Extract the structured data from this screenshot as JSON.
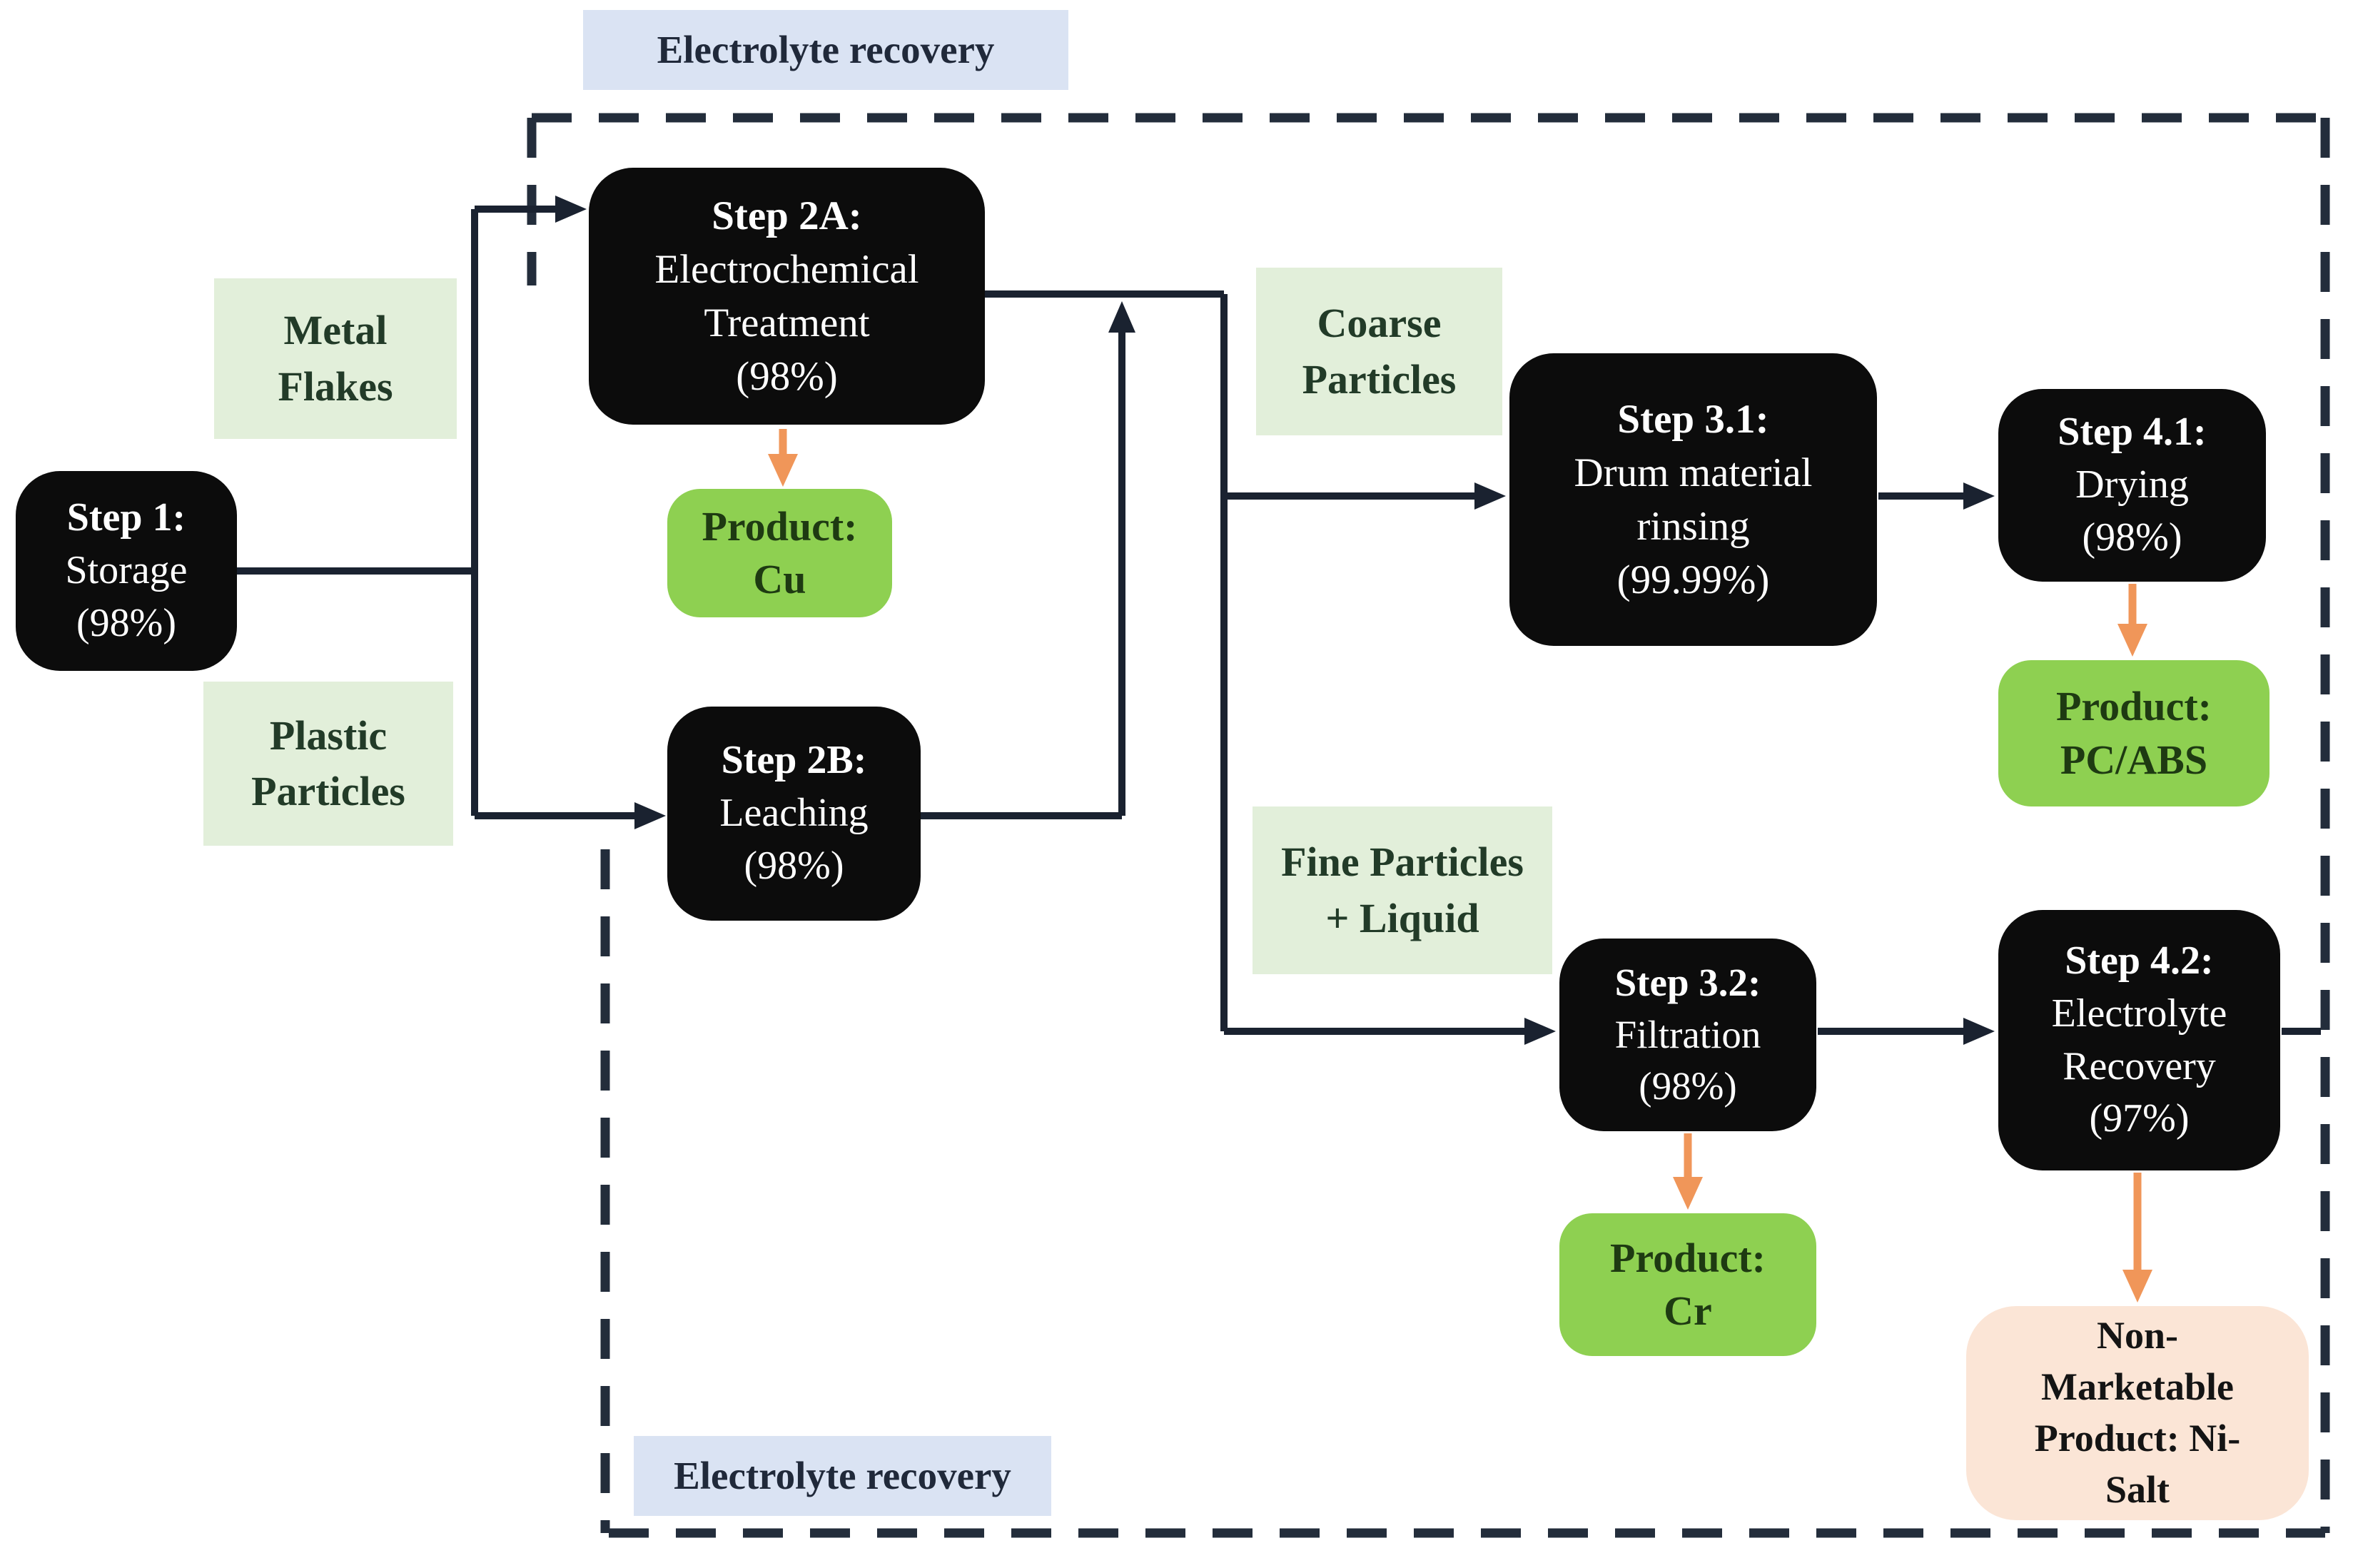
{
  "figure_type": "process-flow-diagram",
  "region": {
    "top_label": "Electrolyte recovery",
    "bottom_label": "Electrolyte recovery"
  },
  "nodes": {
    "step1": {
      "title": "Step 1:",
      "line1": "Storage",
      "line2": "(98%)"
    },
    "step2a": {
      "title": "Step 2A:",
      "line1": "Electrochemical",
      "line2": "Treatment",
      "line3": "(98%)"
    },
    "step2b": {
      "title": "Step 2B:",
      "line1": "Leaching",
      "line2": "(98%)"
    },
    "step31": {
      "title": "Step 3.1:",
      "line1": "Drum material",
      "line2": "rinsing",
      "line3": "(99.99%)"
    },
    "step41": {
      "title": "Step 4.1:",
      "line1": "Drying",
      "line2": "(98%)"
    },
    "step32": {
      "title": "Step 3.2:",
      "line1": "Filtration",
      "line2": "(98%)"
    },
    "step42": {
      "title": "Step 4.2:",
      "line1": "Electrolyte",
      "line2": "Recovery",
      "line3": "(97%)"
    },
    "product_cu": {
      "title": "Product:",
      "line1": "Cu"
    },
    "product_pcabs": {
      "title": "Product:",
      "line1": "PC/ABS"
    },
    "product_cr": {
      "title": "Product:",
      "line1": "Cr"
    },
    "nonmarketable": {
      "line1": "Non-",
      "line2": "Marketable",
      "line3": "Product: Ni-",
      "line4": "Salt"
    }
  },
  "stream_labels": {
    "metal_flakes": {
      "line1": "Metal",
      "line2": "Flakes"
    },
    "plastic_particles": {
      "line1": "Plastic",
      "line2": "Particles"
    },
    "coarse_particles": {
      "line1": "Coarse",
      "line2": "Particles"
    },
    "fine_particles": {
      "line1": "Fine Particles",
      "line2": "+ Liquid"
    }
  },
  "edges": [
    "Step 1 -> Step 2A (Metal Flakes)",
    "Step 1 -> Step 2B (Plastic Particles)",
    "Step 2A -> Product: Cu",
    "Step 2A -> split to Step 3.1 / Step 3.2",
    "Step 2B -> joins Step 2A output",
    "split -> Step 3.1 (Coarse Particles)",
    "split -> Step 3.2 (Fine Particles + Liquid)",
    "Step 3.1 -> Step 4.1",
    "Step 4.1 -> Product: PC/ABS",
    "Step 3.2 -> Product: Cr",
    "Step 3.2 -> Step 4.2",
    "Step 4.2 -> Non-Marketable Product: Ni-Salt",
    "Step 4.2 -> electrolyte recovery boundary (right)"
  ],
  "colors": {
    "step_box": "#0c0c0c",
    "step_text": "#ffffff",
    "product_green": "#8ed051",
    "product_text": "#1e3a12",
    "nonmarketable_peach": "#fbe5d6",
    "stream_label_green": "#e2efda",
    "stream_label_text": "#223b28",
    "region_label_blue": "#dae3f3",
    "arrow_orange": "#f09659",
    "connector_dark": "#1a2230",
    "dashed_border": "#232d3b"
  }
}
